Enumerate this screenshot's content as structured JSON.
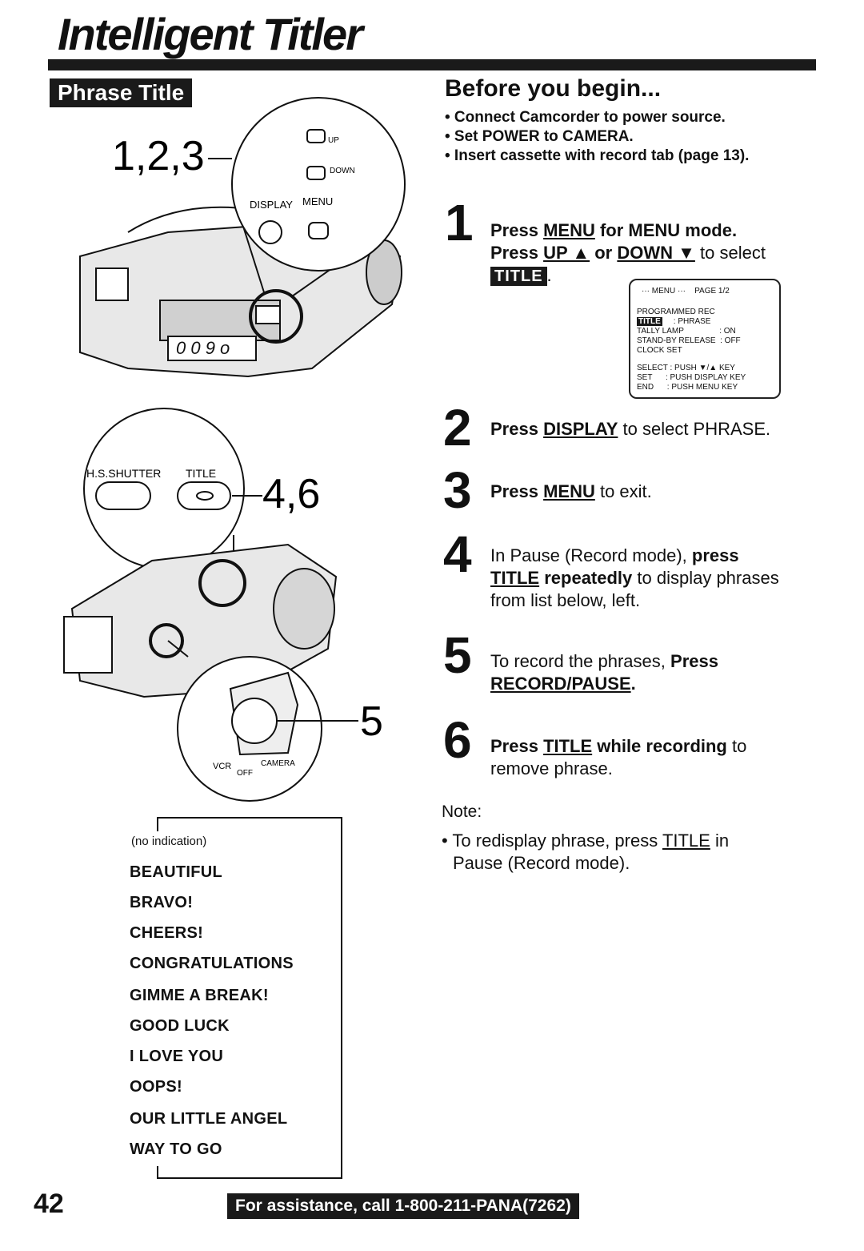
{
  "header": {
    "title": "Intelligent Titler",
    "section_badge": "Phrase Title"
  },
  "illustrations": {
    "top": {
      "step_label": "1,2,3",
      "button_up": "UP",
      "button_down": "DOWN",
      "label_display": "DISPLAY",
      "label_menu": "MENU"
    },
    "middle": {
      "step_label": "4,6",
      "label_hs_shutter": "H.S.SHUTTER",
      "label_title": "TITLE"
    },
    "bottom": {
      "step_label": "5",
      "label_vcr": "VCR",
      "label_off": "OFF",
      "label_camera": "CAMERA"
    }
  },
  "before_you_begin": {
    "title": "Before you begin...",
    "items": [
      "• Connect Camcorder to power source.",
      "• Set POWER to CAMERA.",
      "• Insert cassette with record tab (page 13)."
    ]
  },
  "steps": [
    {
      "number": "1",
      "line1_pre": "Press ",
      "line1_key": "MENU",
      "line1_post": " for MENU mode.",
      "line2_pre": "Press ",
      "line2_key1": "UP ▲",
      "line2_mid": " or ",
      "line2_key2": "DOWN ▼",
      "line2_post": " to select",
      "chip": "TITLE",
      "chip_post": "."
    },
    {
      "number": "2",
      "pre": "Press ",
      "key": "DISPLAY",
      "post": " to select PHRASE."
    },
    {
      "number": "3",
      "pre": "Press ",
      "key": "MENU",
      "post": " to exit."
    },
    {
      "number": "4",
      "line1_pre": "In Pause (Record mode), ",
      "line1_bold": "press",
      "line2_key": "TITLE",
      "line2_bold": " repeatedly",
      "line2_post": " to display phrases",
      "line3": "from list below, left."
    },
    {
      "number": "5",
      "line1_pre": "To record the phrases, ",
      "line1_bold": "Press",
      "line2_key": "RECORD/PAUSE",
      "line2_post": "."
    },
    {
      "number": "6",
      "line1_pre": "Press ",
      "line1_key": "TITLE",
      "line1_bold": " while recording",
      "line1_post": " to",
      "line2": "remove phrase."
    }
  ],
  "menu_screen": {
    "header": "··· MENU ···    PAGE 1/2",
    "rows": [
      "PROGRAMMED REC",
      ": PHRASE",
      "TALLY LAMP                : ON",
      "STAND-BY RELEASE  : OFF",
      "CLOCK SET",
      "SELECT : PUSH ▼/▲ KEY",
      "SET      : PUSH DISPLAY KEY",
      "END      : PUSH MENU KEY"
    ],
    "chip": "TITLE"
  },
  "note": {
    "title": "Note:",
    "pre": "• To redisplay phrase, press ",
    "key": "TITLE",
    "post": " in",
    "line2": "Pause (Record mode)."
  },
  "phrases": [
    "(no indication)",
    "BEAUTIFUL",
    "BRAVO!",
    "CHEERS!",
    "CONGRATULATIONS",
    "GIMME A BREAK!",
    "GOOD LUCK",
    "I LOVE YOU",
    "OOPS!",
    "OUR LITTLE ANGEL",
    "WAY TO GO"
  ],
  "footer": {
    "page_number": "42",
    "banner": "For assistance, call 1-800-211-PANA(7262)"
  }
}
